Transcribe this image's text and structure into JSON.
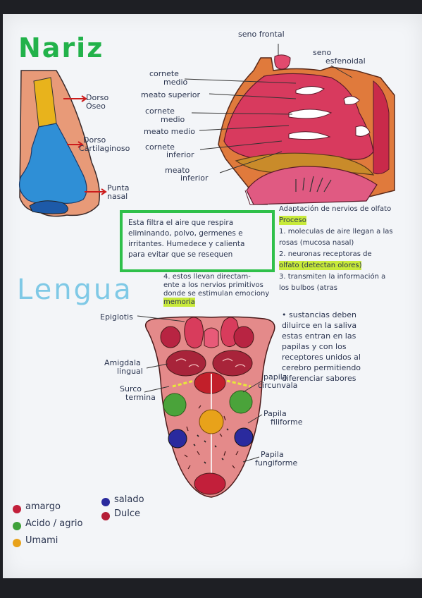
{
  "nose_section": {
    "title": "Nariz",
    "labels": {
      "seno_frontal": "seno frontal",
      "seno_esfenoidal_1": "seno",
      "seno_esfenoidal_2": "esfenoidal",
      "cornete_medio_top_1": "cornete",
      "cornete_medio_top_2": "medio",
      "meato_superior": "meato superior",
      "cornete_medio_1": "cornete",
      "cornete_medio_2": "medio",
      "meato_medio": "meato medio",
      "cornete_inferior_1": "cornete",
      "cornete_inferior_2": "inferior",
      "meato_inferior_1": "meato",
      "meato_inferior_2": "inferior",
      "dorso_oseo_1": "Dorso",
      "dorso_oseo_2": "Óseo",
      "dorso_cartilaginoso_1": "Dorso",
      "dorso_cartilaginoso_2": "Cartilaginoso",
      "punta_nasal_1": "Punta",
      "punta_nasal_2": "nasal"
    },
    "box_text": [
      "Esta filtra el aire que respira",
      "eliminando, polvo, germenes e",
      "irritantes. Humedece y calienta",
      "para evitar que se resequen"
    ],
    "olfato_notes": [
      "Adaptación de nervios de olfato",
      "Proceso",
      "1. moleculas de aire llegan a las",
      "rosas (mucosa nasal)",
      "2. neuronas receptoras de",
      "olfato (detectan olores)",
      "3. transmiten la información a",
      "los bulbos (atras"
    ],
    "nerve_notes": [
      "4. estos llevan directam-",
      "ente a los nervios primitivos",
      "donde se estimulan emociony",
      "memoria"
    ]
  },
  "tongue_section": {
    "title": "Lengua",
    "labels": {
      "epiglotis": "Epiglotis",
      "amigdala_1": "Amigdala",
      "amigdala_2": "lingual",
      "surco_1": "Surco",
      "surco_2": "termina",
      "papila_circunvala_1": "papila",
      "papila_circunvala_2": "circunvala",
      "papila_filiforme_1": "Papila",
      "papila_filiforme_2": "filiforme",
      "papila_fungiforme_1": "Papila",
      "papila_fungiforme_2": "fungiforme"
    },
    "taste_notes": [
      "• sustancias deben",
      "diluirce en la saliva",
      "estas entran en las",
      "papilas y con los",
      "receptores unidos al",
      "cerebro permitiendo",
      "diferenciar sabores"
    ],
    "legend": [
      {
        "label": "amargo",
        "color": "#c21f3a"
      },
      {
        "label": "Acido / agrio",
        "color": "#3fa13a"
      },
      {
        "label": "Umami",
        "color": "#e8a21a"
      },
      {
        "label": "salado",
        "color": "#2a2a9e"
      },
      {
        "label": "Dulce",
        "color": "#b51d36"
      }
    ]
  }
}
